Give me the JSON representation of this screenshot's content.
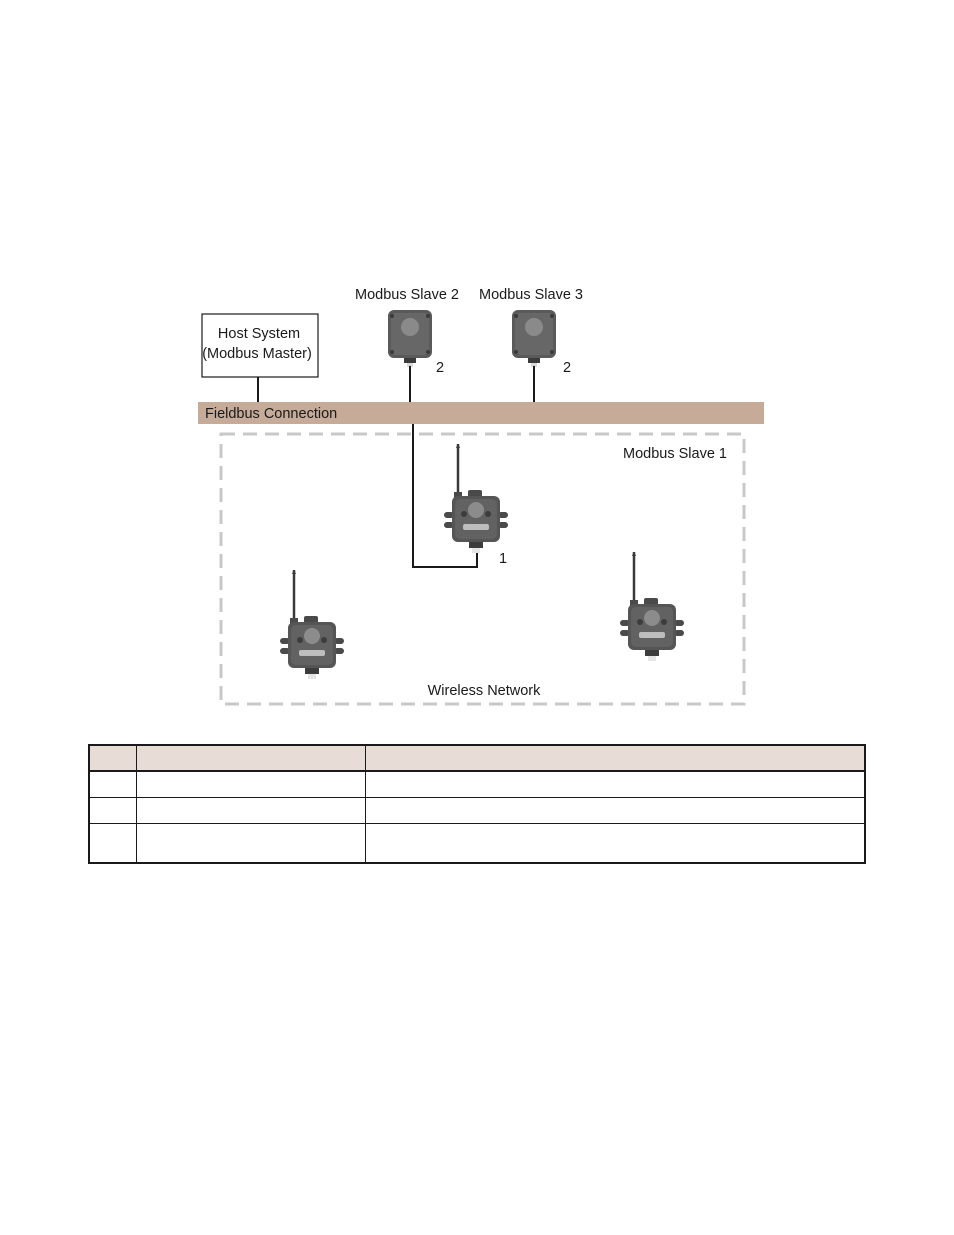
{
  "diagram": {
    "host_system_line1": "Host System",
    "host_system_line2": "(Modbus Master)",
    "slave2_label": "Modbus Slave 2",
    "slave3_label": "Modbus Slave 3",
    "fieldbus_label": "Fieldbus Connection",
    "slave1_label": "Modbus Slave 1",
    "wireless_network_label": "Wireless Network",
    "callout_slave2": "2",
    "callout_slave3": "2",
    "callout_slave1": "1",
    "colors": {
      "fieldbus_bar": "#c5ab98",
      "device_body": "#585858",
      "dashed_border": "#c8c8c8"
    },
    "icons": [
      "wired-sensor-icon",
      "wireless-node-icon"
    ]
  },
  "legend_table": {
    "header": [
      "",
      "",
      ""
    ],
    "rows": [
      [
        "",
        "",
        ""
      ],
      [
        "",
        "",
        ""
      ],
      [
        "",
        "",
        ""
      ]
    ]
  }
}
